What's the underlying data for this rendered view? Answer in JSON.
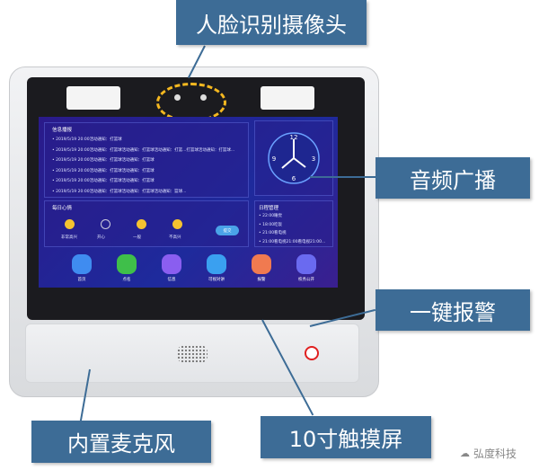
{
  "callouts": {
    "camera": "人脸识别摄像头",
    "audio": "音频广播",
    "alarm": "一键报警",
    "screen": "10寸触摸屏",
    "mic": "内置麦克风"
  },
  "screen": {
    "info_title": "信息播报",
    "info_items": [
      "2019/5/19 20:00活动通知：打篮球",
      "2019/5/19 20:00活动通知：打篮球活动通知：打篮球活动通知：打篮...打篮球活动通知：打篮球...",
      "2019/5/19 20:00活动通知：打篮球活动通知：打篮球",
      "2019/5/19 20:00活动通知：打篮球活动通知：打篮球",
      "2019/5/19 20:00活动通知：打篮球活动通知：打篮球",
      "2019/5/19 20:00活动通知：打篮球活动通知：打篮球活动通知：篮球..."
    ],
    "clock_numbers": [
      "12",
      "3",
      "6",
      "9"
    ],
    "mood_title": "每日心情",
    "moods": [
      "非常高兴",
      "开心",
      "一般",
      "不高兴"
    ],
    "submit": "提交",
    "schedule_title": "日程管理",
    "schedule_items": [
      "22:00睡觉",
      "18:00吃饭",
      "21:00看电视",
      "21:00看电视21:00看电视21:00..."
    ],
    "apps": [
      {
        "label": "首页",
        "icon": "home-icon",
        "color": "#3f8cf0"
      },
      {
        "label": "点名",
        "icon": "user-check-icon",
        "color": "#3fbf4a"
      },
      {
        "label": "信息",
        "icon": "id-card-icon",
        "color": "#8a5ef0"
      },
      {
        "label": "可视对讲",
        "icon": "microphone-icon",
        "color": "#3aa0f0"
      },
      {
        "label": "报警",
        "icon": "alarm-icon",
        "color": "#f07a50"
      },
      {
        "label": "校务公开",
        "icon": "eye-icon",
        "color": "#6a6af0"
      }
    ]
  },
  "watermark": "弘度科技",
  "colors": {
    "callout": "#3d6c96",
    "highlight": "#f5b820",
    "alarm_button": "#e02020"
  }
}
